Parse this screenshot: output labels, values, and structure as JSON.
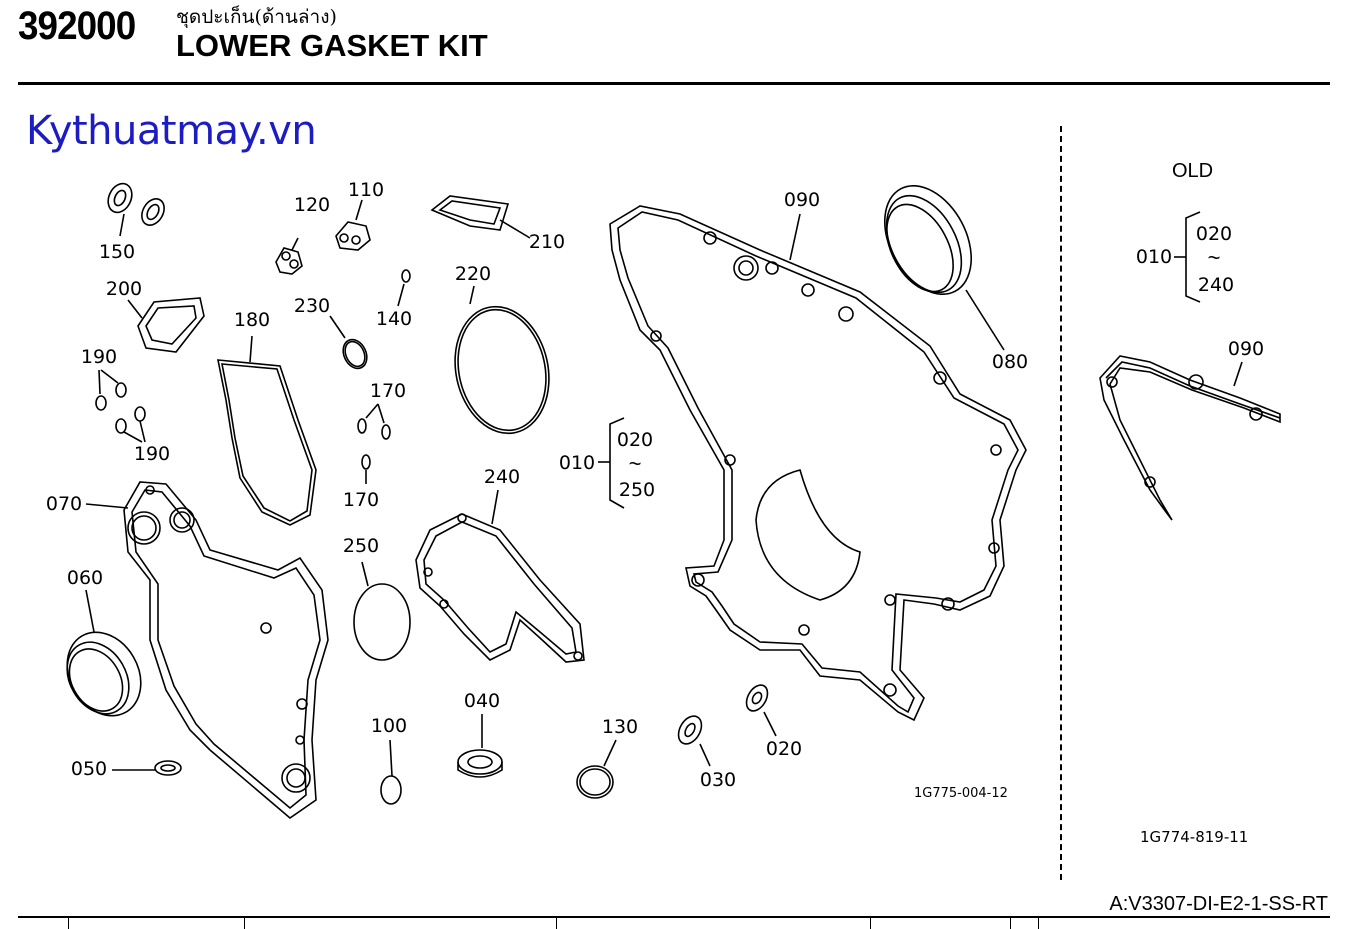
{
  "header": {
    "page_number": "392000",
    "title_thai": "ชุดปะเก็น(ด้านล่าง)",
    "title_en": "LOWER GASKET KIT"
  },
  "watermark": "Kythuatmay.vn",
  "old_section_label": "OLD",
  "part_labels": {
    "p150": "150",
    "p120": "120",
    "p110": "110",
    "p210": "210",
    "p200": "200",
    "p180": "180",
    "p230": "230",
    "p140": "140",
    "p220": "220",
    "p090": "090",
    "p080": "080",
    "p190a": "190",
    "p190b": "190",
    "p170a": "170",
    "p170b": "170",
    "p070": "070",
    "p060": "060",
    "p250": "250",
    "p240": "240",
    "p050": "050",
    "p100": "100",
    "p040": "040",
    "p130": "130",
    "p030": "030",
    "p020": "020"
  },
  "kit_bracket_main": {
    "parent": "010",
    "first": "020",
    "tilde": "~",
    "last": "250"
  },
  "kit_bracket_old": {
    "parent": "010",
    "first": "020",
    "tilde": "~",
    "last": "240"
  },
  "old_part_label": "090",
  "figure_ref_main": "1G775-004-12",
  "figure_ref_old": "1G774-819-11",
  "model_code": "A:V3307-DI-E2-1-SS-RT"
}
